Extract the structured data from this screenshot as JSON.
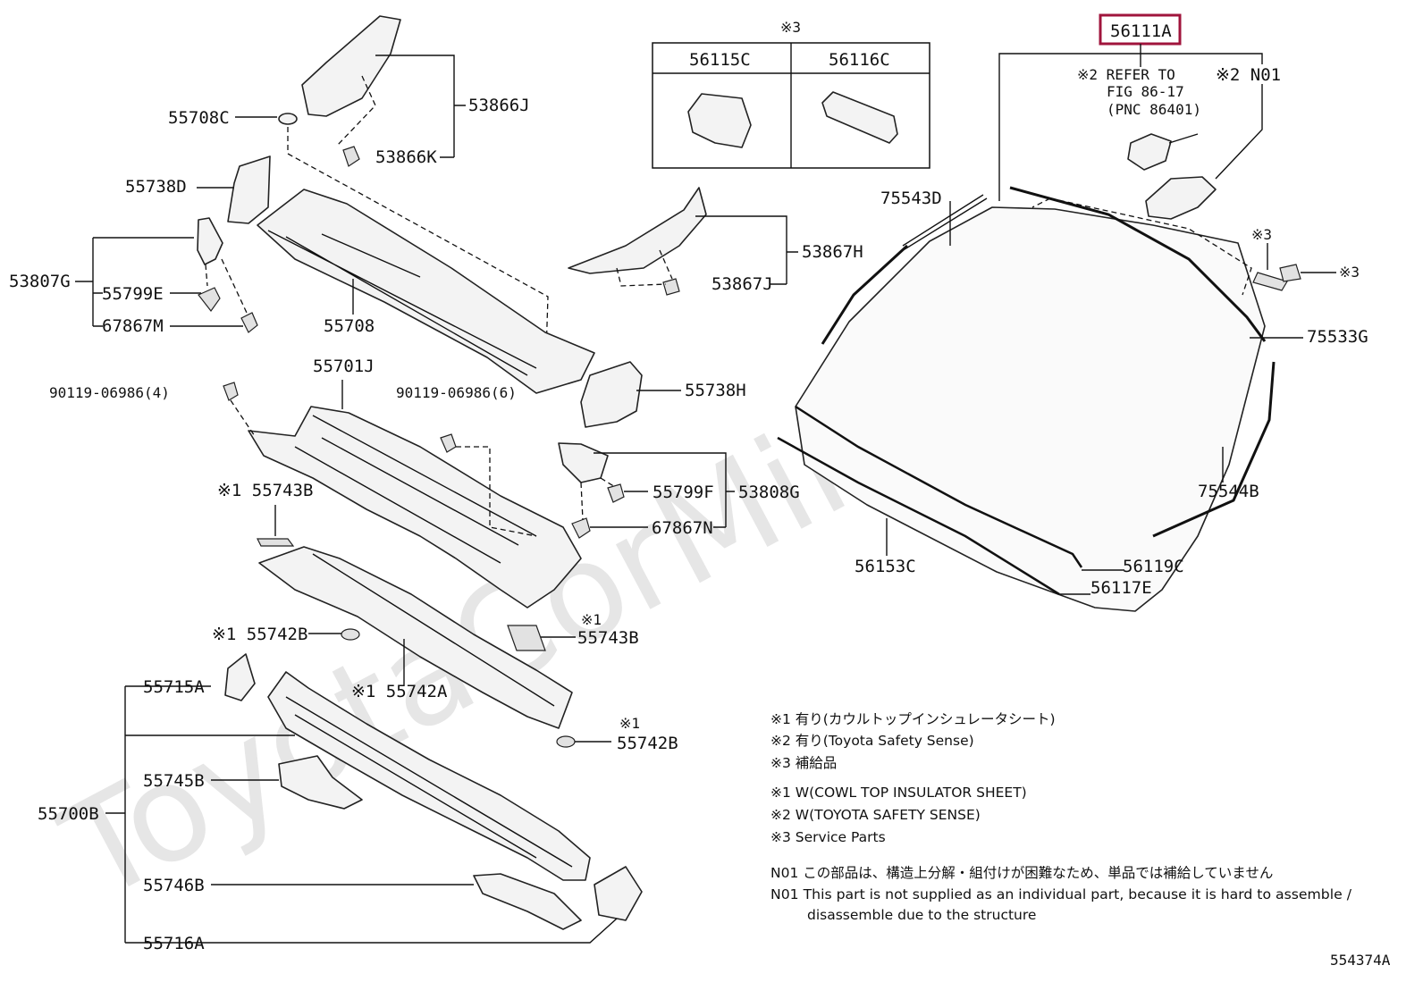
{
  "watermark": "ToyotaCorMiner.ru",
  "diagram_id": "554374A",
  "highlight_label": "56111A",
  "table": {
    "mark": "※3",
    "col1": "56115C",
    "col2": "56116C"
  },
  "labels": {
    "l53866J": "53866J",
    "l55708C": "55708C",
    "l53866K": "53866K",
    "l55738D": "55738D",
    "l53807G": "53807G",
    "l55799E": "55799E",
    "l67867M": "67867M",
    "l55708": "55708",
    "l53867H": "53867H",
    "l53867J": "53867J",
    "l55701J": "55701J",
    "l90119a": "90119-06986(4)",
    "l90119b": "90119-06986(6)",
    "l55738H": "55738H",
    "l55743B_a": "※1 55743B",
    "l55799F": "55799F",
    "l53808G": "53808G",
    "l67867N": "67867N",
    "l55742B_a": "※1 55742B",
    "l55743B_b_mark": "※1",
    "l55743B_b": "55743B",
    "l55715A": "55715A",
    "l55742A": "※1 55742A",
    "l55742B_b_mark": "※1",
    "l55742B_b": "55742B",
    "l55745B": "55745B",
    "l55700B": "55700B",
    "l55746B": "55746B",
    "l55716A": "55716A",
    "l75543D": "75543D",
    "refer1": "※2 REFER TO",
    "refer2": "FIG 86-17",
    "refer3": "(PNC 86401)",
    "n01": "※2 N01",
    "mark3a": "※3",
    "mark3b": "※3",
    "l75533G": "75533G",
    "l75544B": "75544B",
    "l56153C": "56153C",
    "l56119C": "56119C",
    "l56117E": "56117E"
  },
  "notes": [
    "※1 有り(カウルトップインシュレータシート)",
    "※2 有り(Toyota Safety Sense)",
    "※3 補給品",
    "※1 W(COWL TOP INSULATOR SHEET)",
    "※2 W(TOYOTA SAFETY SENSE)",
    "※3 Service Parts",
    "N01 この部品は、構造上分解・組付けが困難なため、単品では補給していません",
    "N01 This part is not supplied as an individual part, because it is hard to assemble /",
    "disassemble due to the structure"
  ]
}
